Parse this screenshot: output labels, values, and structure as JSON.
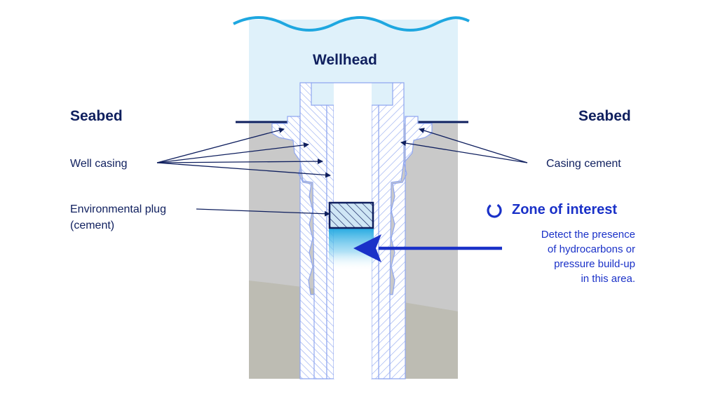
{
  "labels": {
    "wellhead": "Wellhead",
    "seabed_left": "Seabed",
    "seabed_right": "Seabed",
    "well_casing": "Well casing",
    "casing_cement": "Casing cement",
    "plug_line1": "Environmental plug",
    "plug_line2": "(cement)"
  },
  "zone": {
    "title": "Zone of interest",
    "desc_line1": "Detect the presence",
    "desc_line2": "of hydrocarbons or",
    "desc_line3": "pressure build-up",
    "desc_line4": "in this area.",
    "icon": "gauge-icon"
  },
  "colors": {
    "navy": "#0f1f5e",
    "accent_blue": "#1a31c8",
    "water": "#dff1fa",
    "wave": "#1ea7e0",
    "seabed_upper": "#c9c9c9",
    "seabed_lower": "#bdbcb3",
    "casing_outline": "#8fa6f0",
    "plug_fill": "#cfe6f5"
  }
}
